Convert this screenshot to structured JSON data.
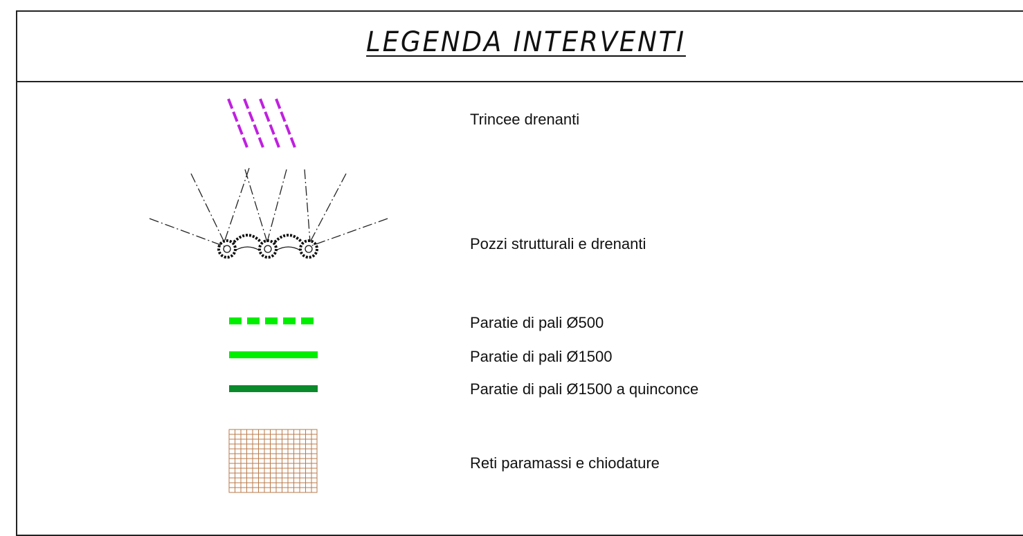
{
  "legend": {
    "title": "LEGENDA  INTERVENTI",
    "items": [
      {
        "label": "Trincee drenanti",
        "symbol": "purple-dashed-diagonals",
        "color": "#c020e0"
      },
      {
        "label": "Pozzi strutturali e drenanti",
        "symbol": "wells-with-dash-dot-rays",
        "color": "#111111"
      },
      {
        "label": "Paratie di pali Ø500",
        "symbol": "green-dashed-line",
        "color": "#00ee00"
      },
      {
        "label": "Paratie di pali Ø1500",
        "symbol": "green-solid-line",
        "color": "#00ee00"
      },
      {
        "label": "Paratie di pali Ø1500 a quinconce",
        "symbol": "dark-green-solid-line",
        "color": "#0a8a2a"
      },
      {
        "label": "Reti paramassi e chiodature",
        "symbol": "brown-grid-hatch",
        "color": "#b87a4a"
      }
    ]
  }
}
